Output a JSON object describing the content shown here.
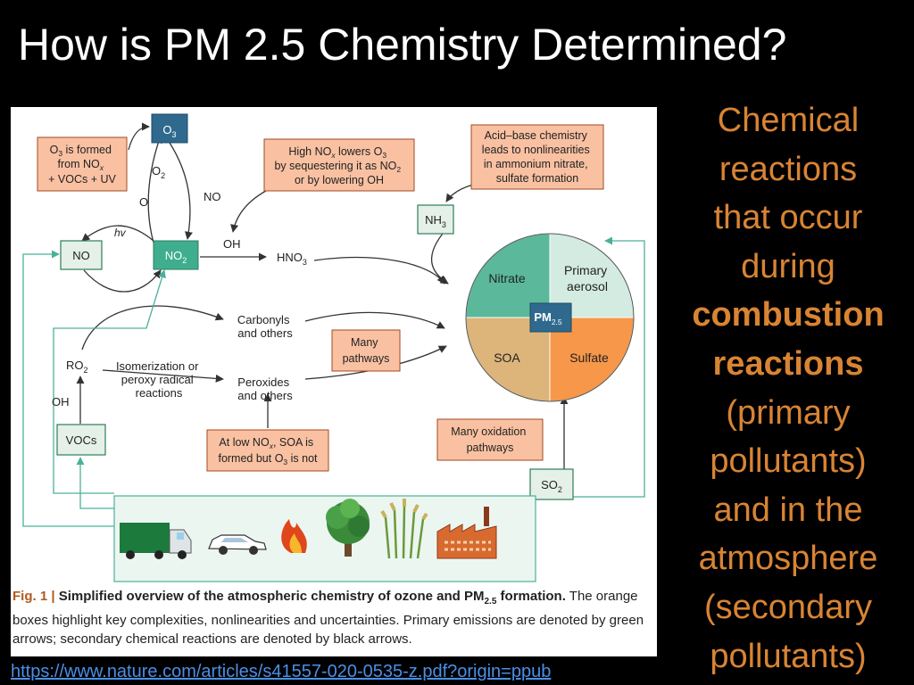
{
  "slide": {
    "title": "How is PM 2.5 Chemistry Determined?",
    "source_url": "https://www.nature.com/articles/s41557-020-0535-z.pdf?origin=ppub",
    "side_text": {
      "line1": "Chemical",
      "line2": "reactions",
      "line3": "that occur",
      "line4": "during",
      "emph1": "combustion",
      "emph2": "reactions",
      "line5": "(primary",
      "line6": "pollutants)",
      "line7": "and in the",
      "line8": "atmosphere",
      "line9": "(secondary",
      "line10": "pollutants)"
    }
  },
  "figure": {
    "nodes": {
      "o3": "O",
      "o3_sub": "3",
      "no": "NO",
      "no2": "NO",
      "no2_sub": "2",
      "nh3": "NH",
      "nh3_sub": "3",
      "vocs": "VOCs",
      "so2": "SO",
      "so2_sub": "2"
    },
    "labels": {
      "o2": "O",
      "o2_sub": "2",
      "o": "O",
      "no_arrow": "NO",
      "hv": "hv",
      "oh_top": "OH",
      "hno3": "HNO",
      "hno3_sub": "3",
      "carbonyls_1": "Carbonyls",
      "carbonyls_2": "and others",
      "ro2": "RO",
      "ro2_sub": "2",
      "isom_1": "Isomerization or",
      "isom_2": "peroxy radical",
      "isom_3": "reactions",
      "peroxides_1": "Peroxides",
      "peroxides_2": "and others",
      "oh_left": "OH"
    },
    "orange_boxes": {
      "o3_formed": {
        "l1a": "O",
        "l1sub": "3",
        "l1b": " is formed",
        "l2a": "from NO",
        "l2sub": "x",
        "l3": "+ VOCs + UV"
      },
      "high_nox": {
        "l1a": "High NO",
        "l1sub": "x",
        "l1b": " lowers O",
        "l1sub2": "3",
        "l2a": "by sequestering it as NO",
        "l2sub": "2",
        "l3": "or by lowering OH"
      },
      "acid_base": {
        "l1": "Acid–base chemistry",
        "l2": "leads to nonlinearities",
        "l3": "in ammonium nitrate,",
        "l4": "sulfate formation"
      },
      "many_pathways": {
        "l1": "Many",
        "l2": "pathways"
      },
      "low_nox": {
        "l1a": "At low NO",
        "l1sub": "x",
        "l1b": ", SOA is",
        "l2a": "formed but O",
        "l2sub": "3",
        "l2b": " is not"
      },
      "oxidation": {
        "l1": "Many oxidation",
        "l2": "pathways"
      }
    },
    "pie": {
      "nitrate": "Nitrate",
      "primary_1": "Primary",
      "primary_2": "aerosol",
      "soa": "SOA",
      "sulfate": "Sulfate",
      "center": "PM",
      "center_sub": "2.5",
      "colors": {
        "nitrate": "#5bb89a",
        "primary": "#d3ebe1",
        "soa": "#ddb57a",
        "sulfate": "#f7974a"
      }
    },
    "emission_icons": [
      "truck-icon",
      "car-icon",
      "fire-icon",
      "tree-icon",
      "crop-icon",
      "factory-icon"
    ],
    "caption": {
      "fig_label": "Fig. 1 |",
      "bold_a": " Simplified overview of the atmospheric chemistry of ozone and PM",
      "bold_sub": "2.5",
      "bold_b": " formation.",
      "rest": " The orange boxes highlight key complexities, nonlinearities and uncertainties. Primary emissions are denoted by green arrows; secondary chemical reactions are denoted by black arrows."
    }
  }
}
